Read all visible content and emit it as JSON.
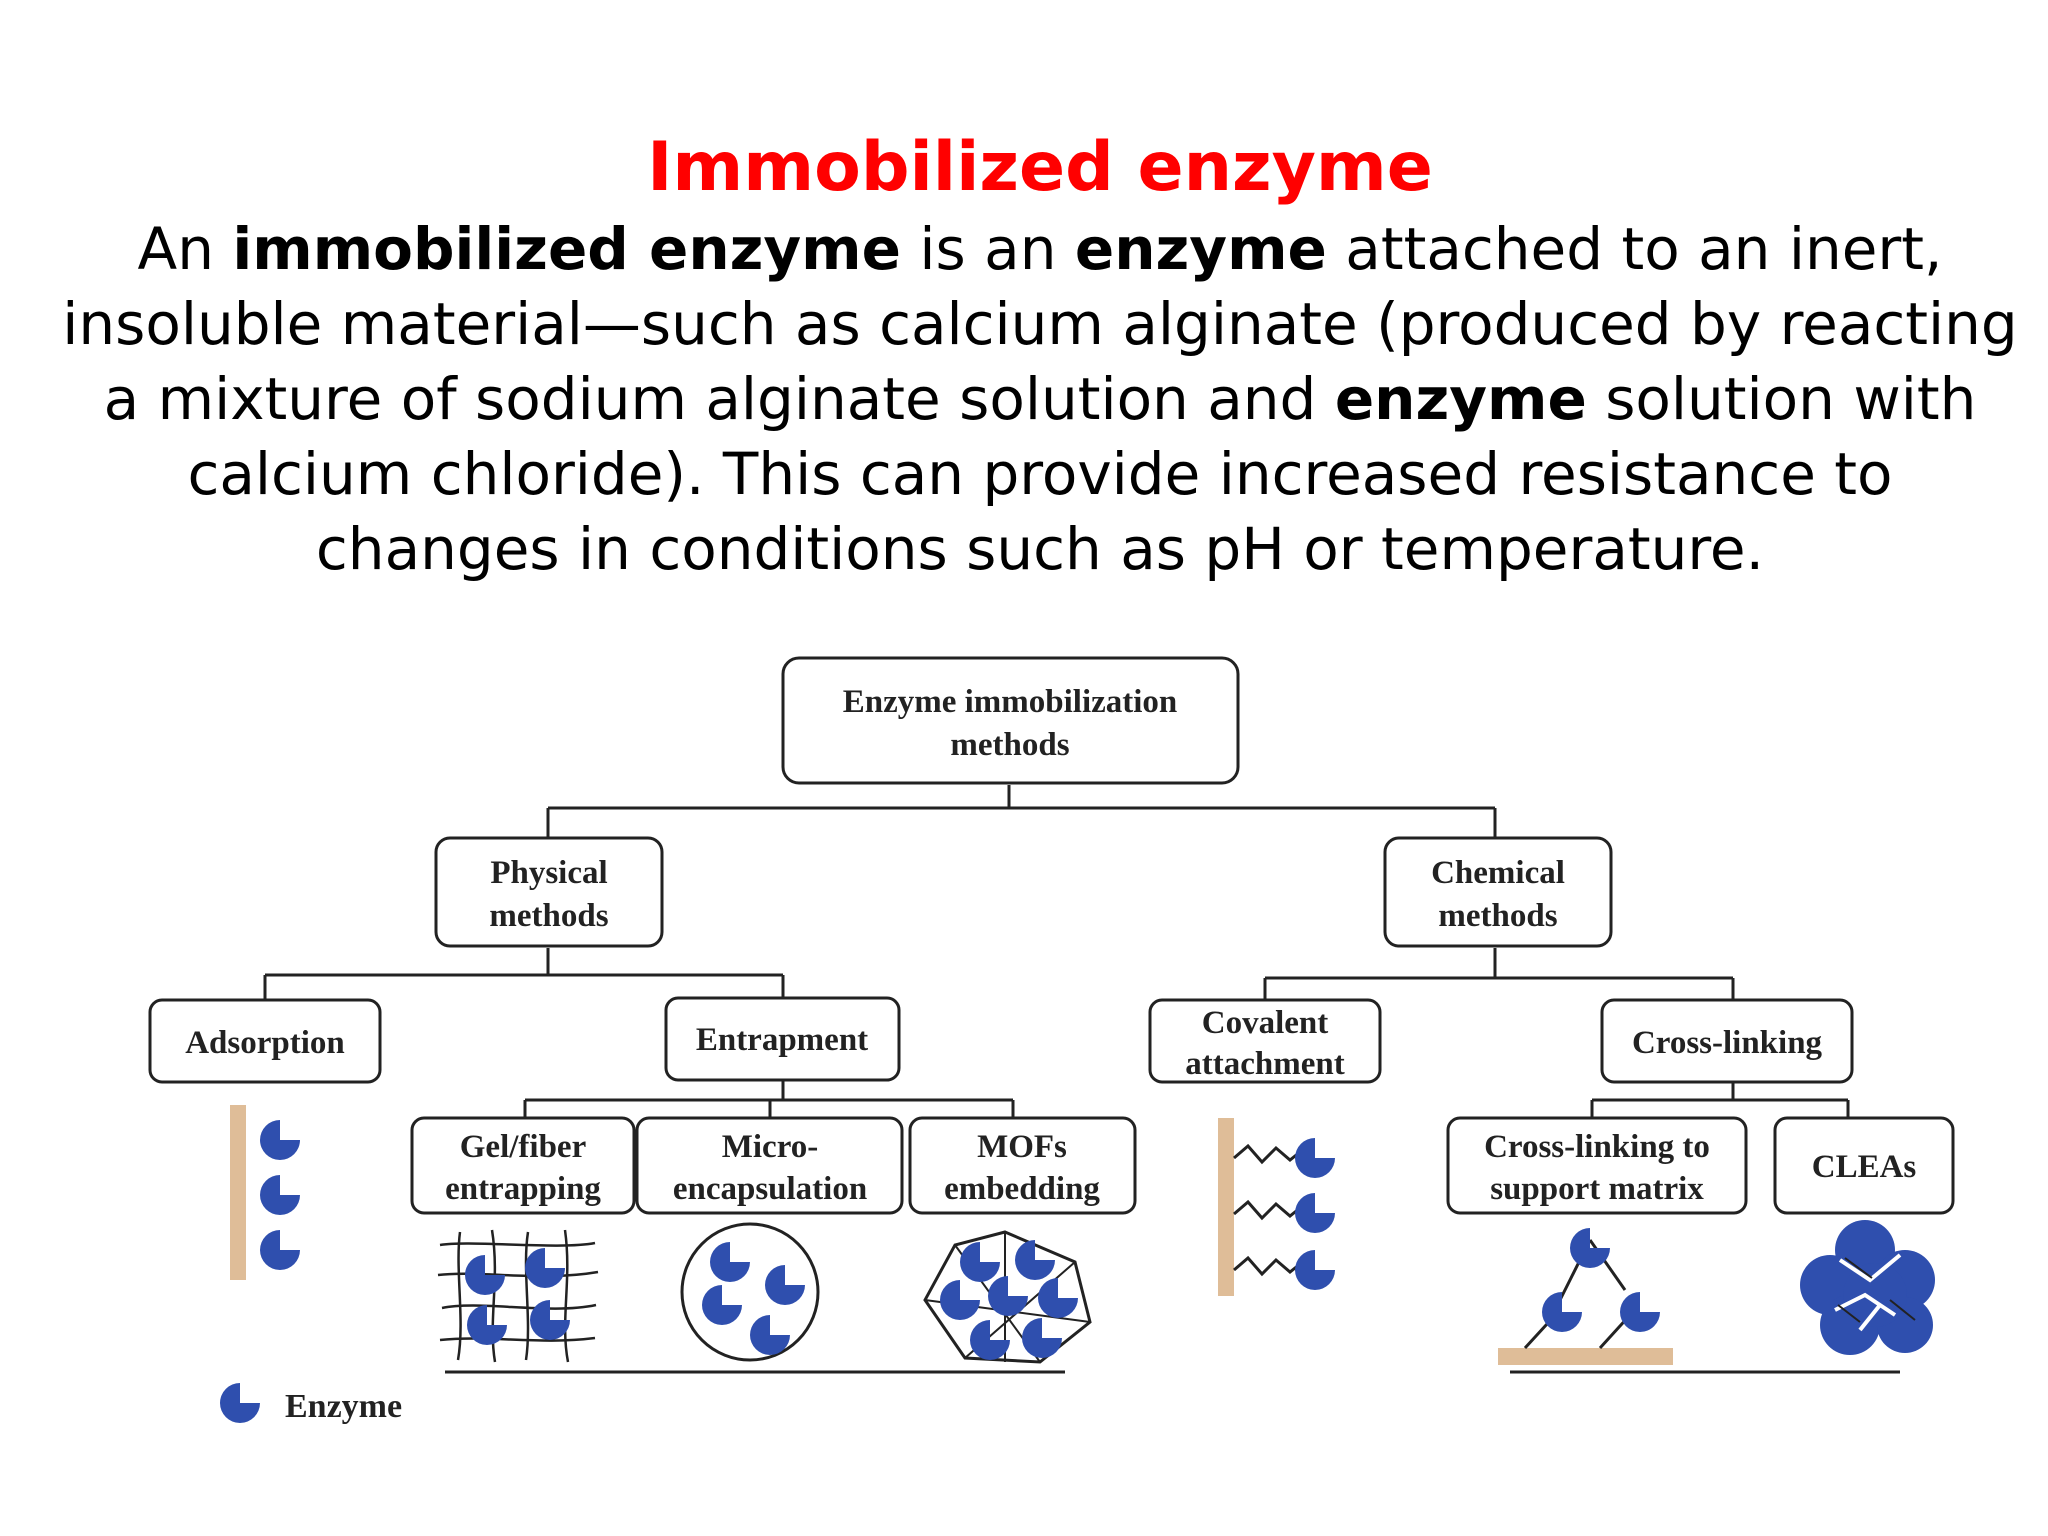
{
  "slide": {
    "title": "Immobilized enzyme",
    "description": [
      {
        "text": "An ",
        "bold": false
      },
      {
        "text": "immobilized enzyme",
        "bold": true
      },
      {
        "text": " is an ",
        "bold": false
      },
      {
        "text": "enzyme",
        "bold": true
      },
      {
        "text": " attached to an inert, insoluble material—such as calcium alginate (produced by reacting a mixture of sodium alginate solution and ",
        "bold": false
      },
      {
        "text": "enzyme",
        "bold": true
      },
      {
        "text": " solution with calcium chloride). This can provide increased resistance to changes in conditions such as pH or temperature.",
        "bold": false
      }
    ]
  },
  "diagram": {
    "root": {
      "line1": "Enzyme immobilization",
      "line2": "methods"
    },
    "physical": {
      "line1": "Physical",
      "line2": "methods"
    },
    "chemical": {
      "line1": "Chemical",
      "line2": "methods"
    },
    "adsorption": {
      "label": "Adsorption"
    },
    "entrapment": {
      "label": "Entrapment"
    },
    "covalent": {
      "line1": "Covalent",
      "line2": "attachment"
    },
    "crosslinking": {
      "label": "Cross-linking"
    },
    "gel": {
      "line1": "Gel/fiber",
      "line2": "entrapping"
    },
    "micro": {
      "line1": "Micro-",
      "line2": "encapsulation"
    },
    "mofs": {
      "line1": "MOFs",
      "line2": "embedding"
    },
    "support": {
      "line1": "Cross-linking to",
      "line2": "support matrix"
    },
    "cleas": {
      "label": "CLEAs"
    },
    "legend": {
      "label": "Enzyme"
    }
  },
  "colors": {
    "title": "#ff0000",
    "enzyme": "#2f4fae",
    "support": "#dfbd98"
  }
}
